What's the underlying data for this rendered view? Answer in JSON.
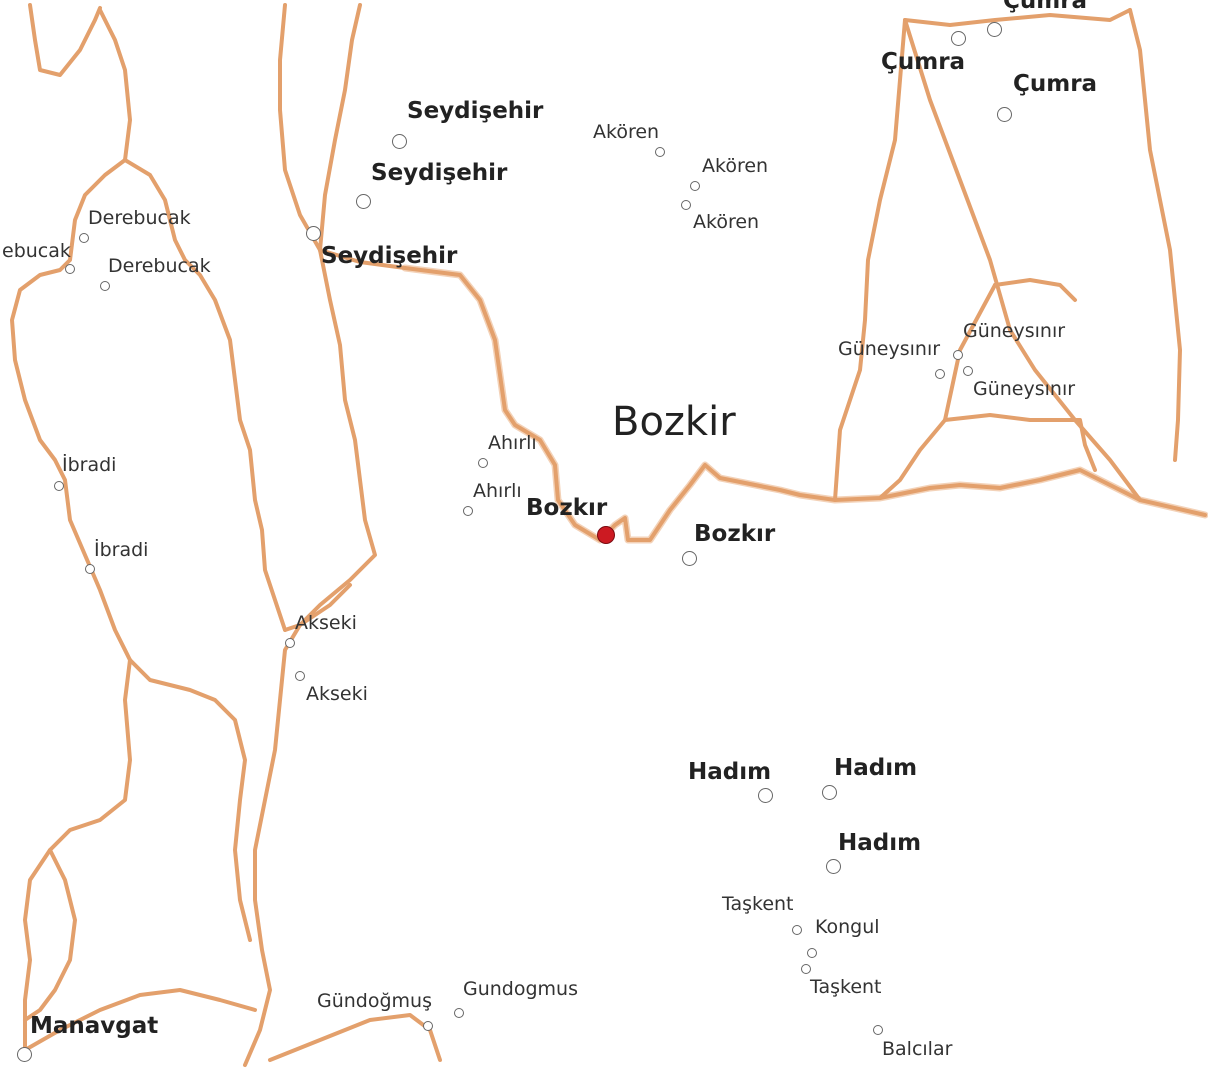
{
  "map": {
    "region_label": "Bozkir",
    "road_color": "#e3a06c",
    "marker_color": "#cc1a22",
    "labels": {
      "seydisehir_1": "Seydişehir",
      "seydisehir_2": "Seydişehir",
      "seydisehir_3": "Seydişehir",
      "akoren_1": "Akören",
      "akoren_2": "Akören",
      "akoren_3": "Akören",
      "cumra_1": "Çumra",
      "cumra_2": "Çumra",
      "cumra_3": "Çumra",
      "derebucak_1": "Derebucak",
      "derebucak_2": "Derebucak",
      "derebucak_3": "ebucak",
      "guneysinir_1": "Güneysınır",
      "guneysinir_2": "Güneysınır",
      "guneysinir_3": "Güneysınır",
      "ahirli_1": "Ahırlı",
      "ahirli_2": "Ahırlı",
      "bozkir_1": "Bozkır",
      "bozkir_2": "Bozkır",
      "ibradi_1": "İbradi",
      "ibradi_2": "İbradi",
      "akseki_1": "Akseki",
      "akseki_2": "Akseki",
      "hadim_1": "Hadım",
      "hadim_2": "Hadım",
      "hadim_3": "Hadım",
      "taskent_1": "Taşkent",
      "taskent_2": "Taşkent",
      "kongul": "Kongul",
      "balcilar": "Balcılar",
      "gundogmus_1": "Gündoğmuş",
      "gundogmus_2": "Gundogmus",
      "manavgat": "Manavgat"
    }
  }
}
